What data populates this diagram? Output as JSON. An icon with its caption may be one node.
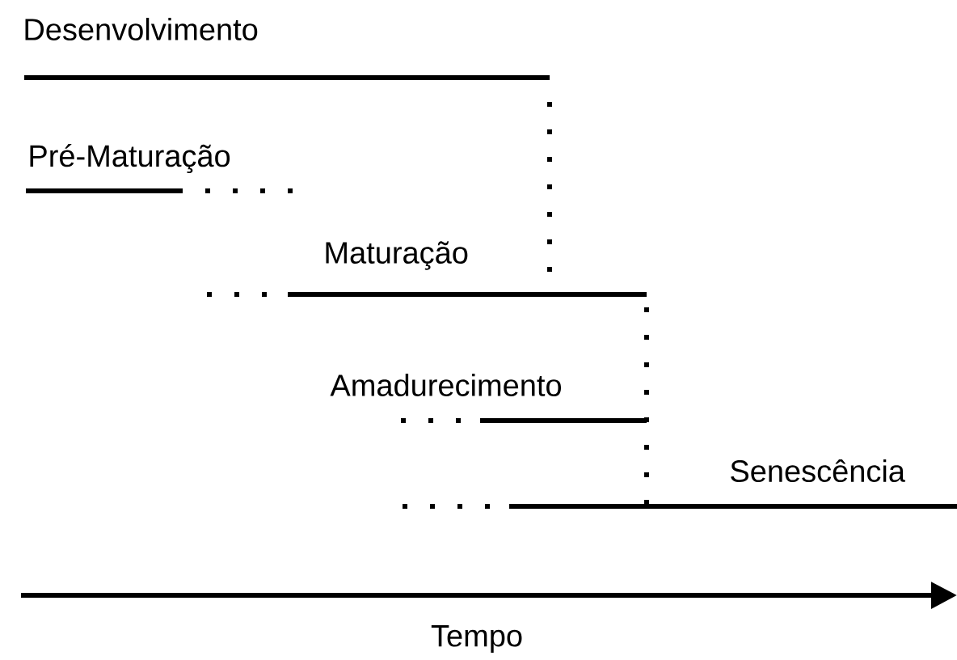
{
  "diagram": {
    "labels": [
      "Desenvolvimento",
      "Pré-Maturação",
      "Maturação",
      "Amadurecimento",
      "Senescência",
      "Tempo"
    ]
  }
}
